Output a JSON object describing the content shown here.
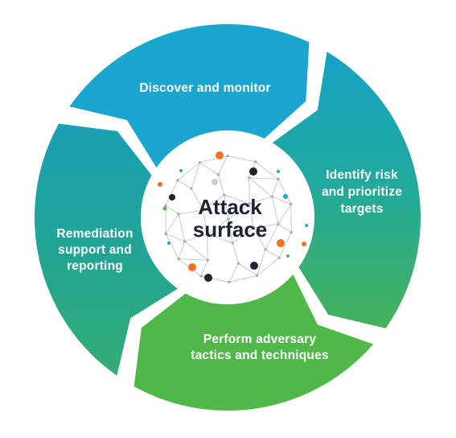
{
  "center": {
    "title_line1": "Attack",
    "title_line2": "surface"
  },
  "segments": [
    {
      "id": "discover",
      "line1": "Discover and monitor",
      "line2": "",
      "line3": ""
    },
    {
      "id": "identify",
      "line1": "Identify risk",
      "line2": "and prioritize",
      "line3": "targets"
    },
    {
      "id": "perform",
      "line1": "Perform adversary",
      "line2": "tactics and techniques",
      "line3": ""
    },
    {
      "id": "remediation",
      "line1": "Remediation",
      "line2": "support and",
      "line3": "reporting"
    }
  ],
  "colors": {
    "blue": "#1aa6cf",
    "teal": "#22a89a",
    "green": "#4fb848",
    "node_dark": "#1d2433",
    "node_orange": "#f37021",
    "node_grey": "#c7ccd1",
    "node_blue": "#1aa6cf",
    "node_green": "#52b848"
  },
  "icons": {
    "center_graphic": "network-sphere-icon"
  }
}
